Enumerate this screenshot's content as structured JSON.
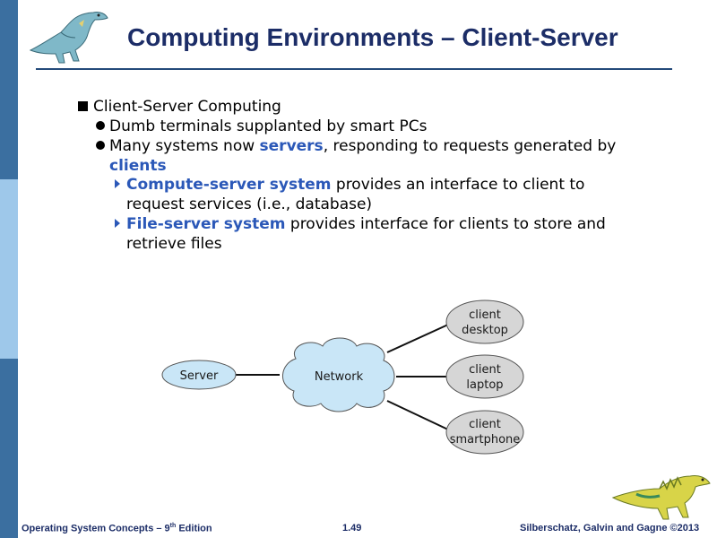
{
  "title": "Computing Environments – Client-Server",
  "bullets": {
    "l1": "Client-Server Computing",
    "l2a": "Dumb terminals supplanted by smart PCs",
    "l2b_pre": "Many systems now ",
    "l2b_hl1": "servers",
    "l2b_post": ", responding to requests generated by",
    "l2b_hl2": "clients",
    "l3a_hl": "Compute-server system",
    "l3a_rest": " provides an interface to client to",
    "l3a_cont": "request services (i.e., database)",
    "l3b_hl": "File-server system",
    "l3b_rest": " provides interface for clients to store and",
    "l3b_cont": "retrieve files"
  },
  "diagram": {
    "server_label": "Server",
    "network_label": "Network",
    "clients": [
      {
        "line1": "client",
        "line2": "desktop"
      },
      {
        "line1": "client",
        "line2": "laptop"
      },
      {
        "line1": "client",
        "line2": "smartphone"
      }
    ]
  },
  "footer": {
    "left_main": "Operating System Concepts – 9",
    "left_sup": "th",
    "left_end": " Edition",
    "center": "1.49",
    "right": "Silberschatz, Galvin and Gagne ©2013"
  },
  "colors": {
    "title": "#1c2d67",
    "highlight": "#2b58b8",
    "bar_dark": "#3b6fa0",
    "bar_light": "#9ec8ea",
    "cloud": "#c9e6f7",
    "client_fill": "#d6d6d6"
  }
}
